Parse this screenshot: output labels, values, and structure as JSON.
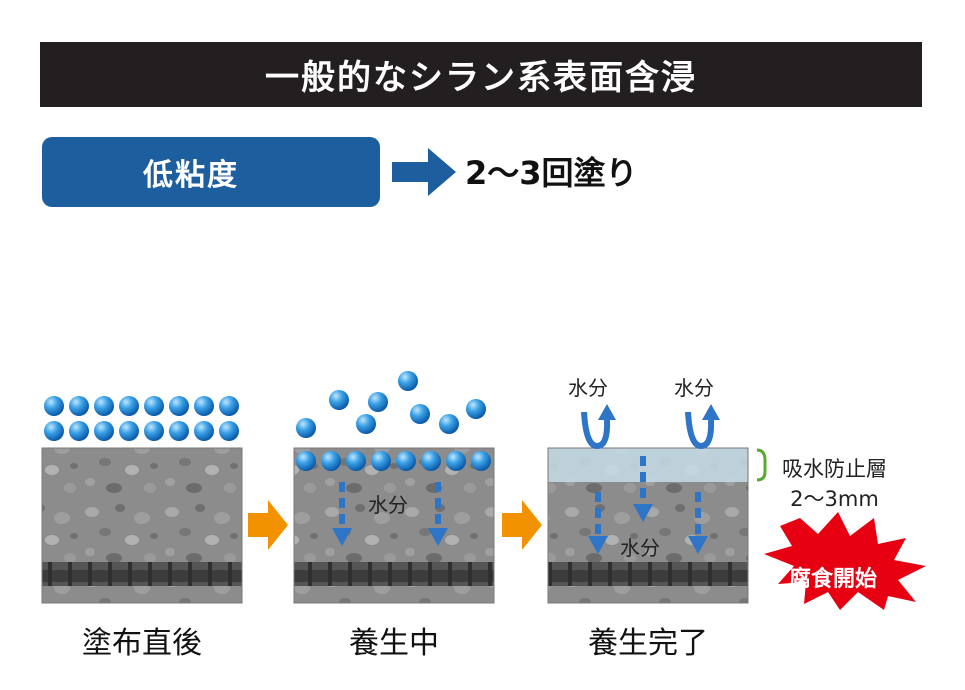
{
  "title": "一般的なシラン系表面含浸",
  "viscosity_label": "低粘度",
  "coats_label": "2～3回塗り",
  "water_label": "水分",
  "layer": {
    "name": "吸水防止層",
    "thickness": "2～3mm"
  },
  "stages": [
    {
      "label": "塗布直後"
    },
    {
      "label": "養生中"
    },
    {
      "label": "養生完了"
    }
  ],
  "corrosion_label": "腐食開始",
  "colors": {
    "title_bg": "#231f20",
    "accent_blue": "#1d5f9e",
    "arrow_orange": "#f39200",
    "burst_red": "#e60012",
    "concrete": "#8a8a8a",
    "water_arrow": "#2e75c7"
  }
}
